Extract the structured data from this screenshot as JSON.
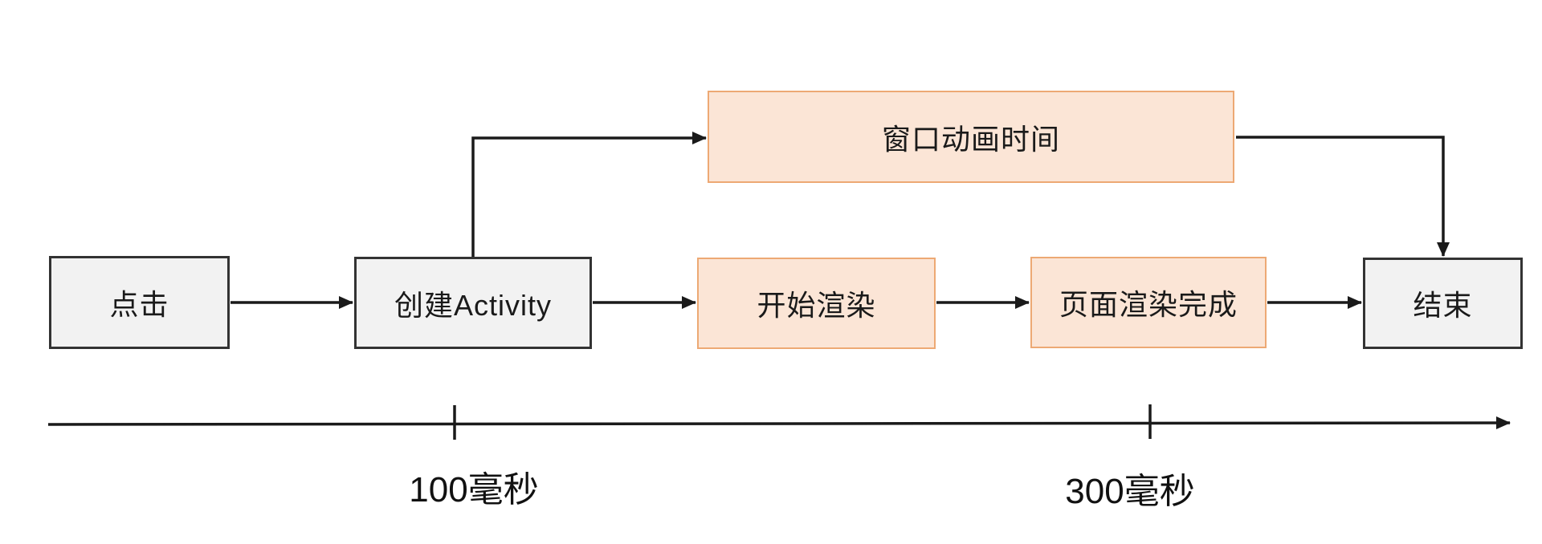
{
  "diagram": {
    "title": "",
    "nodes": [
      {
        "id": "click",
        "label": "点击",
        "type": "gray"
      },
      {
        "id": "create-activity",
        "label": "创建Activity",
        "type": "gray"
      },
      {
        "id": "window-animation",
        "label": "窗口动画时间",
        "type": "orange"
      },
      {
        "id": "start-render",
        "label": "开始渲染",
        "type": "orange"
      },
      {
        "id": "render-complete",
        "label": "页面渲染完成",
        "type": "orange"
      },
      {
        "id": "end",
        "label": "结束",
        "type": "gray"
      }
    ],
    "edges": [
      {
        "from": "点击",
        "to": "创建Activity"
      },
      {
        "from": "创建Activity",
        "to": "开始渲染"
      },
      {
        "from": "创建Activity",
        "to": "窗口动画时间"
      },
      {
        "from": "开始渲染",
        "to": "页面渲染完成"
      },
      {
        "from": "页面渲染完成",
        "to": "结束"
      },
      {
        "from": "窗口动画时间",
        "to": "结束"
      }
    ],
    "timeline": {
      "tick_labels": [
        "100毫秒",
        "300毫秒"
      ]
    }
  },
  "colors": {
    "background": "#ffffff",
    "gray-fill": "#f2f2f2",
    "gray-border": "#333333",
    "orange-fill": "#fbe5d6",
    "orange-border": "#eda974",
    "line": "#1a1a1a"
  }
}
